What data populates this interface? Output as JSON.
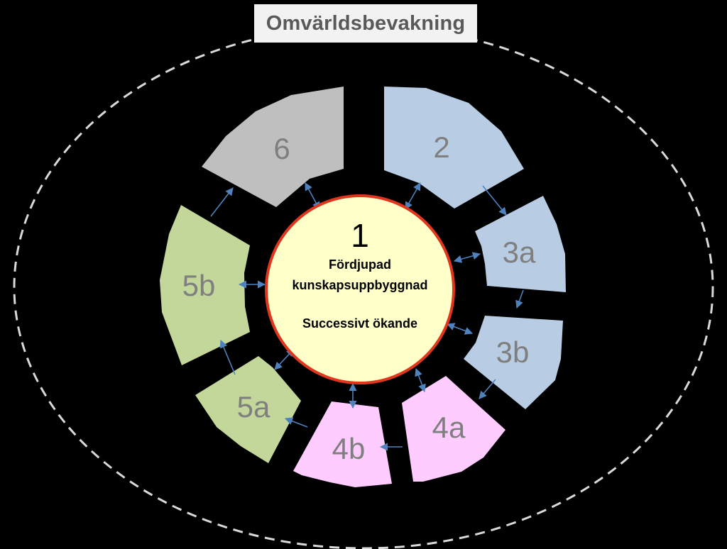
{
  "title": "Omvärldsbevakning",
  "center": {
    "number": "1",
    "line1": "Fördjupad",
    "line2": "kunskapsuppbyggnad",
    "line3": "Successivt ökande"
  },
  "segments": [
    {
      "id": "2",
      "label": "2",
      "color": "#b8cce4"
    },
    {
      "id": "3a",
      "label": "3a",
      "color": "#b8cce4"
    },
    {
      "id": "3b",
      "label": "3b",
      "color": "#b8cce4"
    },
    {
      "id": "4a",
      "label": "4a",
      "color": "#ffccff"
    },
    {
      "id": "4b",
      "label": "4b",
      "color": "#ffccff"
    },
    {
      "id": "5a",
      "label": "5a",
      "color": "#c4d79b"
    },
    {
      "id": "5b",
      "label": "5b",
      "color": "#c4d79b"
    },
    {
      "id": "6",
      "label": "6",
      "color": "#bfbfbf"
    }
  ],
  "colors": {
    "background": "#000000",
    "center_fill": "#ffffc9",
    "center_border": "#e0361e",
    "arrow": "#4f81bd",
    "dashed_ellipse": "#d9d9d9",
    "label_text": "#7f7f7f"
  }
}
